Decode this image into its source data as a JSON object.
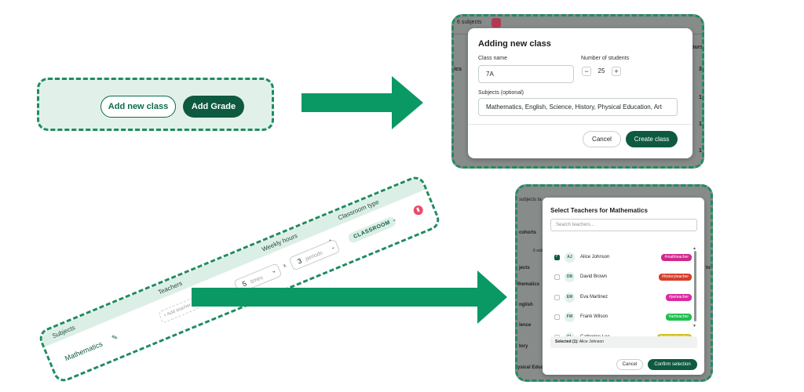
{
  "panel_buttons": {
    "add_class_label": "Add new class",
    "add_grade_label": "Add Grade"
  },
  "modal_new_class": {
    "bg_subject_count": "6 subjects",
    "bg_col_hours": "hours",
    "bg_row_label": "tics",
    "bg_numbers": [
      "3",
      "1",
      "1",
      "1"
    ],
    "title": "Adding new class",
    "class_name_label": "Class name",
    "class_name_value": "7A",
    "students_label": "Number of students",
    "students_value": "25",
    "minus": "−",
    "plus": "+",
    "subjects_label": "Subjects (optional)",
    "subjects_value": "Mathematics, English, Science, History, Physical Education, Art",
    "cancel_label": "Cancel",
    "create_label": "Create class"
  },
  "strip": {
    "col_subjects": "Subjects",
    "col_teachers": "Teachers",
    "col_weekly_hours": "Weekly hours",
    "col_classroom_type": "Classroom type",
    "subject_name": "Mathematics",
    "add_teacher_placeholder": "+ Add teacher",
    "times_value": "5",
    "times_unit": "times",
    "multiply": "x",
    "periods_value": "3",
    "periods_unit": "periods",
    "classroom_value": "CLASSROOM"
  },
  "modal_teachers": {
    "bg_labels": [
      "subjects ta",
      "cohorts",
      "6 sub",
      "jects",
      "thematics",
      "nglish",
      "ience",
      "tory",
      "ysical Educ"
    ],
    "bg_col": "hours",
    "title": "Select Teachers for Mathematics",
    "search_placeholder": "Search teachers...",
    "teachers": [
      {
        "initials": "AJ",
        "name": "Alice Johnson",
        "tag": "#mathteacher",
        "tag_color": "#d1268e",
        "checked": true
      },
      {
        "initials": "DB",
        "name": "David Brown",
        "tag": "#historyteacher",
        "tag_color": "#d63c2a",
        "checked": false
      },
      {
        "initials": "EM",
        "name": "Eva Martinez",
        "tag": "#peteacher",
        "tag_color": "#d82a9e",
        "checked": false
      },
      {
        "initials": "FW",
        "name": "Frank Wilson",
        "tag": "#artteacher",
        "tag_color": "#1fbf4f",
        "checked": false
      },
      {
        "initials": "CL",
        "name": "Catherine Lee",
        "tag": "#scienceteacher",
        "tag_color": "#cfc21e",
        "checked": false
      }
    ],
    "selected_label": "Selected (1):",
    "selected_value": "Alice Johnson",
    "cancel_label": "Cancel",
    "confirm_label": "Confirm selection"
  },
  "colors": {
    "accent": "#0a9964",
    "dark_green": "#0e5a41",
    "panel_bg": "#e1f1ea"
  }
}
